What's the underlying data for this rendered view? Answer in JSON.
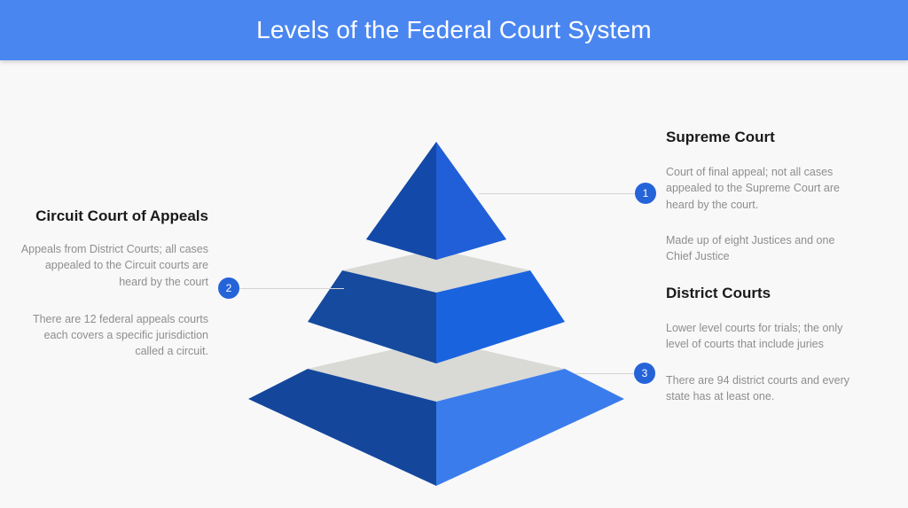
{
  "header": {
    "title": "Levels of the Federal Court System",
    "background_color": "#4a86f0",
    "title_color": "#ffffff"
  },
  "page": {
    "background_color": "#f8f8f8"
  },
  "diagram": {
    "type": "3d-pyramid",
    "tiers": 3,
    "tier_colors": [
      {
        "level": 1,
        "left_face": "#1349a8",
        "right_face": "#215fd8",
        "top_surface": "#d9d9d6"
      },
      {
        "level": 2,
        "left_face": "#154a9e",
        "right_face": "#1a63df",
        "top_surface": "#d9d9d6"
      },
      {
        "level": 3,
        "left_face": "#14479c",
        "right_face": "#3b7ced",
        "top_surface": "#d9d9d6"
      }
    ],
    "connector_color": "#d5d5d5",
    "badge_color": "#2563d8",
    "badge_text_color": "#ffffff"
  },
  "callouts": [
    {
      "number": "1",
      "title": "Supreme Court",
      "paragraph_1": "Court of final appeal; not all cases appealed to the Supreme Court are heard by the court.",
      "paragraph_2": "Made up of eight Justices and one Chief Justice",
      "side": "right"
    },
    {
      "number": "2",
      "title": "Circuit Court of Appeals",
      "paragraph_1": "Appeals from District Courts; all cases appealed to the Circuit courts are heard by the court",
      "paragraph_2": "There are 12 federal appeals courts each covers a specific jurisdiction called a circuit.",
      "side": "left"
    },
    {
      "number": "3",
      "title": "District Courts",
      "paragraph_1": "Lower level courts for trials; the only level of courts that include juries",
      "paragraph_2": "There are 94 district courts and every state has at least one.",
      "side": "right"
    }
  ]
}
